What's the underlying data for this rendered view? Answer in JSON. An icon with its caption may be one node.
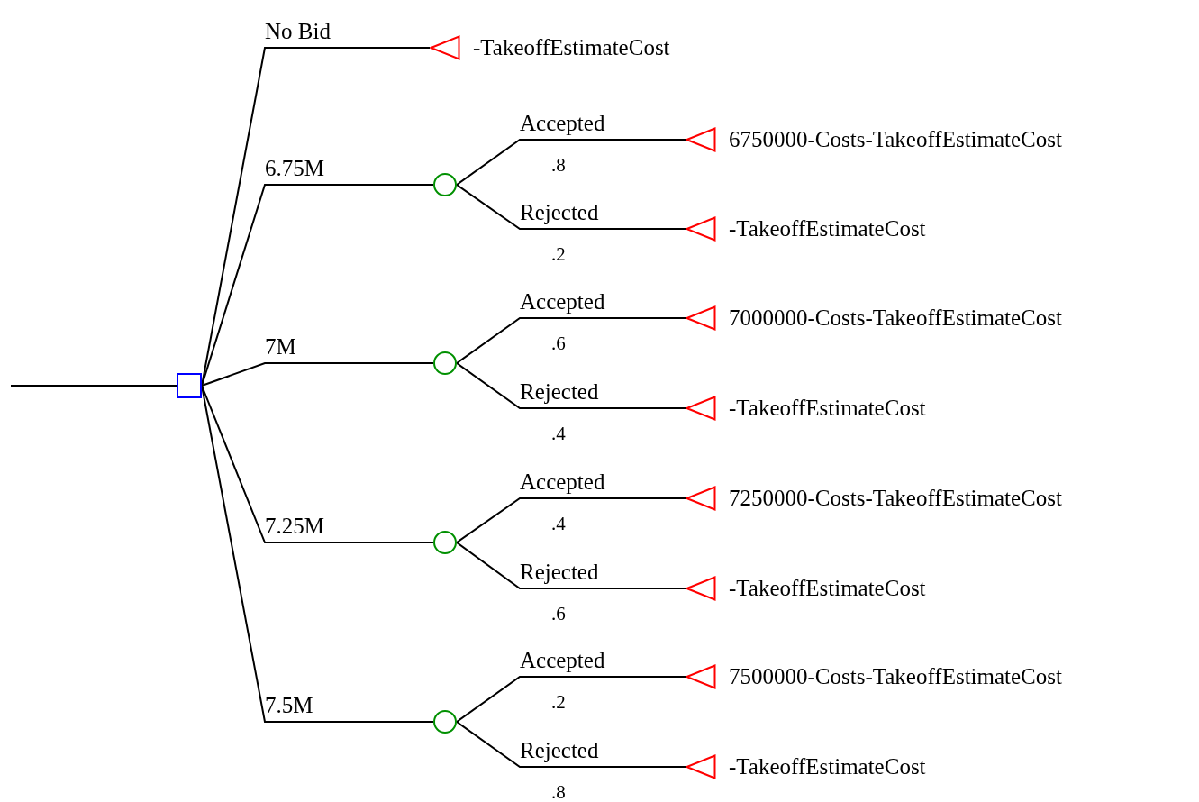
{
  "diagram": {
    "nodes": [
      {
        "text": [],
        "shape": "box"
      },
      {
        "text": [],
        "shape": "triangle",
        "beside": [
          "-TakeoffEstimateCost"
        ]
      },
      {
        "text": [],
        "shape": "circle"
      },
      {
        "text": [],
        "shape": "triangle",
        "beside": [
          "6750000-Costs-TakeoffEstimateCost"
        ]
      },
      {
        "text": [],
        "shape": "triangle",
        "beside": [
          "-TakeoffEstimateCost"
        ]
      },
      {
        "text": [],
        "shape": "circle"
      },
      {
        "text": [],
        "shape": "triangle",
        "beside": [
          "7000000-Costs-TakeoffEstimateCost"
        ]
      },
      {
        "text": [],
        "shape": "triangle",
        "beside": [
          "-TakeoffEstimateCost"
        ]
      },
      {
        "text": [],
        "shape": "circle"
      },
      {
        "text": [],
        "shape": "triangle",
        "beside": [
          "7250000-Costs-TakeoffEstimateCost"
        ]
      },
      {
        "text": [],
        "shape": "triangle",
        "beside": [
          "-TakeoffEstimateCost"
        ]
      },
      {
        "text": [],
        "shape": "circle"
      },
      {
        "text": [],
        "shape": "triangle",
        "beside": [
          "7500000-Costs-TakeoffEstimateCost"
        ]
      },
      {
        "text": [],
        "shape": "triangle",
        "beside": [
          "-TakeoffEstimateCost"
        ]
      }
    ],
    "edges": [
      {
        "from": null,
        "to": 0,
        "arrow": "none"
      },
      {
        "from": 0,
        "to": 1,
        "arrow": "none",
        "label": "No Bid"
      },
      {
        "from": 0,
        "to": 2,
        "arrow": "none",
        "label": "6.75M"
      },
      {
        "from": 2,
        "to": 3,
        "arrow": "none",
        "label": "Accepted"
      },
      {
        "from": 2,
        "to": 4,
        "arrow": "none",
        "label": "Rejected"
      },
      {
        "from": 0,
        "to": 5,
        "arrow": "none",
        "label": "7M"
      },
      {
        "from": 5,
        "to": 6,
        "arrow": "none",
        "label": "Accepted"
      },
      {
        "from": 5,
        "to": 7,
        "arrow": "none",
        "label": "Rejected"
      },
      {
        "from": 0,
        "to": 8,
        "arrow": "none",
        "label": "7.25M"
      },
      {
        "from": 8,
        "to": 9,
        "arrow": "none",
        "label": "Accepted"
      },
      {
        "from": 8,
        "to": 10,
        "arrow": "none",
        "label": "Rejected"
      },
      {
        "from": 0,
        "to": 11,
        "arrow": "none",
        "label": "7.5M"
      },
      {
        "from": 11,
        "to": 12,
        "arrow": "none",
        "label": "Accepted"
      },
      {
        "from": 11,
        "to": 13,
        "arrow": "none",
        "label": "Rejected"
      }
    ],
    "labels": [
      ".8",
      ".2",
      ".6",
      ".4",
      ".4",
      ".6",
      ".2",
      ".8"
    ]
  }
}
